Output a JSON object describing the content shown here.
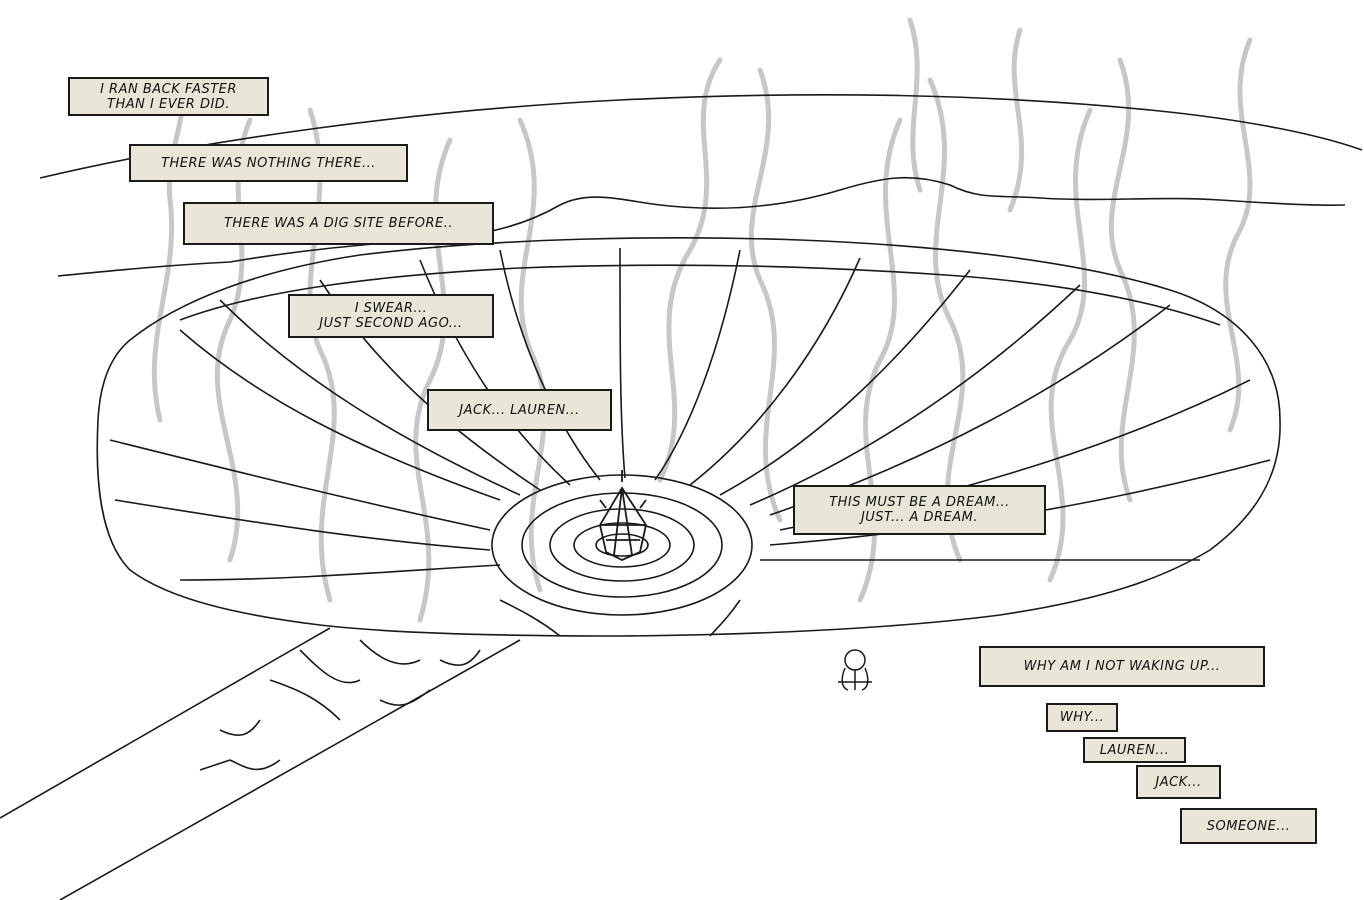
{
  "captions": [
    {
      "text": "I RAN BACK FASTER\nTHAN I EVER DID."
    },
    {
      "text": "THERE WAS NOTHING THERE..."
    },
    {
      "text": "THERE WAS A DIG SITE BEFORE.."
    },
    {
      "text": "I SWEAR...\nJUST SECOND AGO..."
    },
    {
      "text": "JACK... LAUREN..."
    },
    {
      "text": "THIS MUST BE A DREAM...\nJUST... A DREAM."
    },
    {
      "text": "WHY AM I NOT WAKING UP..."
    },
    {
      "text": "WHY..."
    },
    {
      "text": "LAUREN..."
    },
    {
      "text": "JACK..."
    },
    {
      "text": "SOMEONE..."
    }
  ],
  "scene": {
    "ink_color": "#1a1a1a",
    "smoke_color": "#9a9a9a",
    "caption_fill": "#e9e6d7"
  }
}
